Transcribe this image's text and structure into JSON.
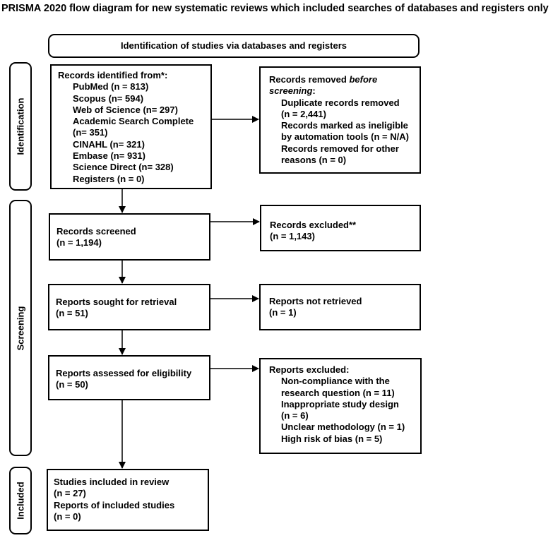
{
  "title": "PRISMA 2020 flow diagram for new systematic reviews which included searches of databases and registers only",
  "header": "Identification of studies via databases and registers",
  "phases": {
    "identification": "Identification",
    "screening": "Screening",
    "included": "Included"
  },
  "identified": {
    "heading": "Records identified from*:",
    "sources": [
      "PubMed (n = 813)",
      "Scopus (n= 594)",
      "Web of Science (n= 297)",
      "Academic Search Complete",
      "(n= 351)",
      "CINAHL (n= 321)",
      "Embase (n= 931)",
      "Science Direct (n= 328)",
      "Registers (n = 0)"
    ]
  },
  "removed": {
    "heading_prefix": "Records removed ",
    "heading_em": "before",
    "heading_line2_em": "screening",
    "heading_line2_suffix": ":",
    "items": [
      "Duplicate records removed",
      "(n = 2,441)",
      "Records marked as ineligible",
      "by automation tools (n = N/A)",
      "Records removed for other",
      "reasons (n = 0)"
    ]
  },
  "screened": {
    "line1": "Records screened",
    "line2": "(n = 1,194)"
  },
  "excluded": {
    "line1": "Records excluded**",
    "line2": "(n = 1,143)"
  },
  "sought": {
    "line1": "Reports sought for retrieval",
    "line2": "(n = 51)"
  },
  "not_retrieved": {
    "line1": "Reports not retrieved",
    "line2": "(n = 1)"
  },
  "assessed": {
    "line1": "Reports assessed for eligibility",
    "line2": "(n = 50)"
  },
  "reports_excluded": {
    "heading": "Reports excluded:",
    "items": [
      "Non-compliance with the",
      "research question (n = 11)",
      "Inappropriate study design",
      "(n = 6)",
      "Unclear methodology (n = 1)",
      "High risk of bias (n = 5)"
    ]
  },
  "included": {
    "lines": [
      "Studies included in review",
      "(n = 27)",
      "Reports of included studies",
      "(n = 0)"
    ]
  }
}
